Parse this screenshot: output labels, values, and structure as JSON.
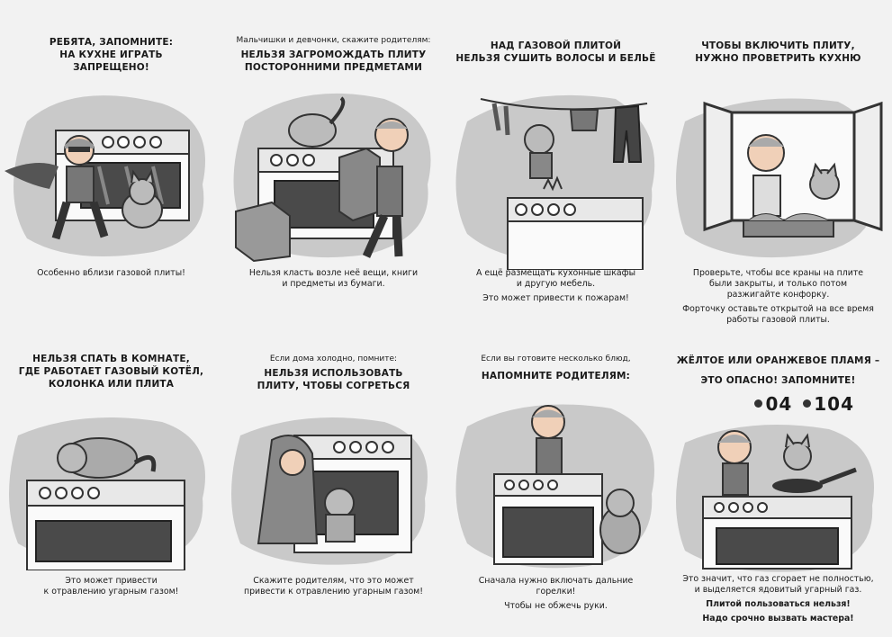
{
  "panels": [
    {
      "pre": "",
      "title": [
        "РЕБЯТА, ЗАПОМНИТЕ:",
        "НА КУХНЕ ИГРАТЬ",
        "ЗАПРЕЩЕНО!"
      ],
      "foot": [
        "Особенно вблизи газовой плиты!"
      ]
    },
    {
      "pre": "Мальчишки и девчонки, скажите родителям:",
      "title": [
        "НЕЛЬЗЯ ЗАГРОМОЖДАТЬ ПЛИТУ",
        "ПОСТОРОННИМИ ПРЕДМЕТАМИ"
      ],
      "foot": [
        "Нельзя класть возле неё вещи, книги",
        "и предметы из бумаги."
      ]
    },
    {
      "pre": "",
      "title": [
        "НАД ГАЗОВОЙ ПЛИТОЙ",
        "НЕЛЬЗЯ СУШИТЬ ВОЛОСЫ И БЕЛЬЁ"
      ],
      "foot": [
        "А ещё размещать кухонные шкафы",
        "и другую мебель.",
        "Это может привести к пожарам!"
      ]
    },
    {
      "pre": "",
      "title": [
        "ЧТОБЫ ВКЛЮЧИТЬ ПЛИТУ,",
        "НУЖНО ПРОВЕТРИТЬ КУХНЮ"
      ],
      "foot": [
        "Проверьте, чтобы все краны на плите",
        "были закрыты, и только потом",
        "разжигайте конфорку.",
        "Форточку оставьте открытой на все время",
        "работы газовой плиты."
      ]
    },
    {
      "pre": "",
      "title": [
        "НЕЛЬЗЯ СПАТЬ В КОМНАТЕ,",
        "ГДЕ РАБОТАЕТ ГАЗОВЫЙ КОТЁЛ,",
        "КОЛОНКА ИЛИ ПЛИТА"
      ],
      "foot": [
        "Это может привести",
        "к отравлению угарным газом!"
      ]
    },
    {
      "pre": "Если дома холодно, помните:",
      "title": [
        "НЕЛЬЗЯ ИСПОЛЬЗОВАТЬ",
        "ПЛИТУ, ЧТОБЫ СОГРЕТЬСЯ"
      ],
      "foot": [
        "Скажите родителям, что это может",
        "привести к отравлению угарным газом!"
      ]
    },
    {
      "pre": "Если вы готовите несколько блюд,",
      "title": [
        "НАПОМНИТЕ РОДИТЕЛЯМ:"
      ],
      "foot": [
        "Сначала нужно включать дальние",
        "горелки!",
        "Чтобы не обжечь руки."
      ]
    },
    {
      "pre": "",
      "title": [
        "ЖЁЛТОЕ ИЛИ ОРАНЖЕВОЕ ПЛАМЯ –",
        "ЭТО ОПАСНО! ЗАПОМНИТЕ!"
      ],
      "foot": [
        "Это значит, что газ сгорает не полностью,",
        "и выделяется ядовитый угарный газ.",
        "Плитой пользоваться нельзя!",
        "Надо срочно вызвать мастера!"
      ]
    }
  ],
  "phones": [
    "04",
    "104"
  ]
}
